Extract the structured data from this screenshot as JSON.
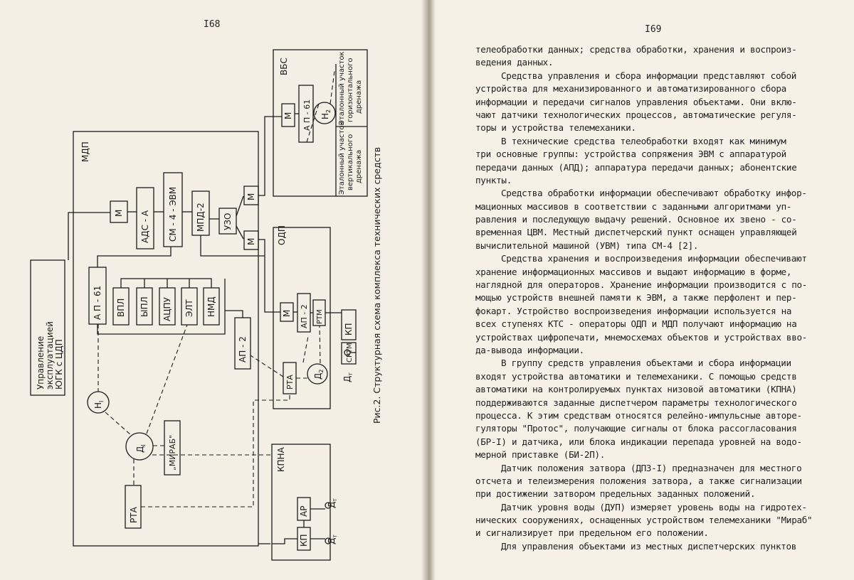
{
  "left_page": {
    "page_number": "I68",
    "caption": "Рис.2. Структурная схема комплекса технических средств",
    "blocks": {
      "upravlenie": [
        "Управление",
        "эксплуатацией",
        "ЮГК с ЦДП"
      ],
      "mdp": "МДП",
      "m": "М",
      "ads": "АДС - А",
      "sm4": "СМ - 4 - ЭВМ",
      "mpd2": "МПД-2",
      "uzo": "УЗО",
      "ap61": "А П - 61",
      "vpl": "ВПЛ",
      "ypl": "ЫПЛ",
      "atspu": "АЦПУ",
      "elt": "ЭЛТ",
      "nmd": "НМД",
      "ap2": "АП - 2",
      "h1": "Н",
      "h1_sub": "I",
      "d1": "Д",
      "d1_sub": "I",
      "mirab": "„МИРАБ\"",
      "rta": "РТА",
      "kpna": "КПНА",
      "ar": "АР",
      "kp": "КП",
      "dt": "Д",
      "dt_sub": "т",
      "odp": "ОДП",
      "rtm": "РТМ",
      "d2": "Д",
      "d2_sub": "2",
      "srtm": "СРТМ",
      "vbs": "ВБС",
      "h2": "Н",
      "h2_sub": "2",
      "vertical_plot": [
        "Эталонный участок",
        "вертикального",
        "дренажа"
      ],
      "horizontal_plot": [
        "Эталонный участок",
        "горизонтального",
        "дренажа"
      ]
    }
  },
  "right_page": {
    "page_number": "I69",
    "paragraphs": [
      {
        "lines": [
          "телеобработки данных; средства обработки, хранения и воспроиз-",
          "ведения данных."
        ]
      },
      {
        "lines": [
          "Средства управления и сбора информации представляют собой",
          "устройства для механизированного и автоматизированного сбора",
          "информации и передачи сигналов управления объектами. Они вклю-",
          "чают датчики технологических процессов, автоматические регуля-",
          "торы и устройства телемеханики."
        ]
      },
      {
        "lines": [
          "В технические средства телеобработки входят как минимум",
          "три основные группы: устройства сопряжения ЭВМ с аппаратурой",
          "передачи данных (АПД); аппаратура передачи данных; абонентские",
          "пункты."
        ]
      },
      {
        "lines": [
          "Средства обработки информации обеспечивают обработку инфор-",
          "мационных массивов в соответствии с заданными алгоритмами уп-",
          "равления и последующую выдачу решений. Основное их звено - со-",
          "временная ЦВМ. Местный диспетчерский пункт оснащен управляющей",
          "вычислительной машиной (УВМ) типа СМ-4 [2]."
        ]
      },
      {
        "lines": [
          "Средства хранения и воспроизведения информации обеспечивают",
          "хранение информационных массивов и выдают информацию в форме,",
          "наглядной для операторов. Хранение информации производится с по-",
          "мощью устройств внешней памяти к ЭВМ, а также перфолент и пер-",
          "фокарт. Устройство воспроизведения информации используется на",
          "всех ступенях КТС - операторы ОДП и МДП получают информацию на",
          "устройствах цифропечати, мнемосхемах объектов и устройствах вво-",
          "да-вывода информации."
        ]
      },
      {
        "lines": [
          "В группу средств управления объектами и сбора информации",
          "входят устройства автоматики и телемеханики. С помощью средств",
          "автоматики на контролируемых пунктах низовой автоматики (КПНА)",
          "поддерживаются заданные диспетчером параметры технологического",
          "процесса. К этим средствам относятся релейно-импульсные авторе-",
          "гуляторы \"Протос\", получающие сигналы от блока рассогласования",
          "(БР-I) и датчика, или блока индикации перепада уровней на водо-",
          "мерной приставке (БИ-2П)."
        ]
      },
      {
        "lines": [
          "Датчик положения затвора (ДПЗ-I) предназначен для местного",
          "отсчета и телеизмерения положения затвора, а также сигнализации",
          "при достижении затвором предельных заданных положений."
        ]
      },
      {
        "lines": [
          "Датчик уровня воды (ДУП) измеряет уровень воды на гидротех-",
          "нических сооружениях, оснащенных устройством телемеханики \"Мираб\"",
          "и сигнализирует при предельном его положении."
        ]
      },
      {
        "lines": [
          "Для управления объектами из местных диспетчерских пунктов"
        ]
      }
    ]
  }
}
